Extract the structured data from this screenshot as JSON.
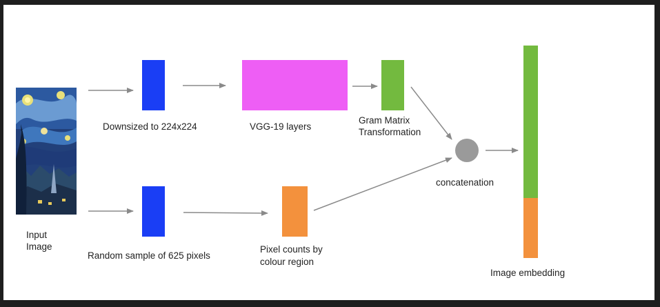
{
  "labels": {
    "input_image_line1": "Input",
    "input_image_line2": "Image",
    "downsized": "Downsized to 224x224",
    "vgg": "VGG-19 layers",
    "gram_line1": "Gram Matrix",
    "gram_line2": "Transformation",
    "concatenation": "concatenation",
    "random_sample": "Random sample of 625 pixels",
    "pixel_counts_line1": "Pixel counts by",
    "pixel_counts_line2": "colour region",
    "image_embedding": "Image embedding"
  },
  "colors": {
    "background": "#1e1e1e",
    "canvas": "#ffffff",
    "downsize_block": "#1a3ef5",
    "vgg_block": "#ee5ef5",
    "gram_block": "#73ba3f",
    "pixel_count_block": "#f3913d",
    "concat_node": "#9a9a9a",
    "arrow": "#8a8a8a",
    "embedding_top": "#73ba3f",
    "embedding_bottom": "#f3913d"
  },
  "icons": {
    "input_image": "starry-night-painting-icon"
  }
}
